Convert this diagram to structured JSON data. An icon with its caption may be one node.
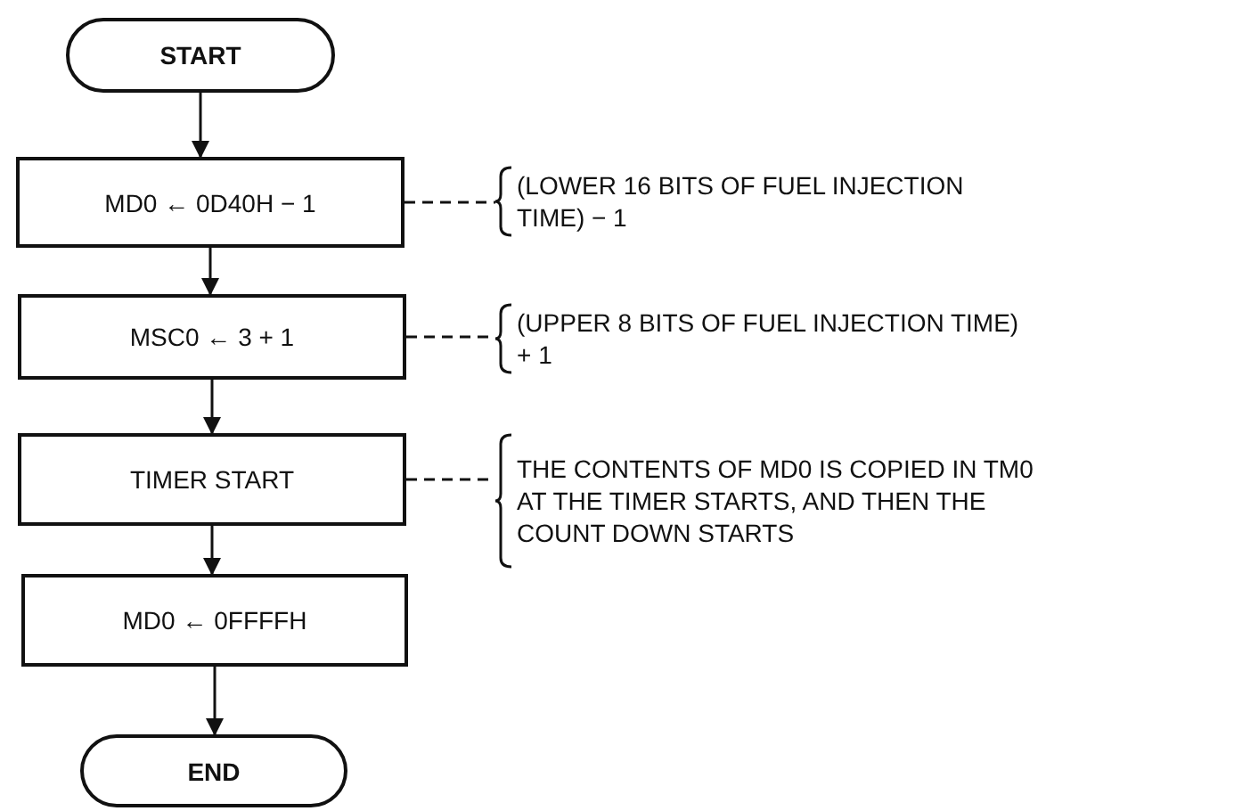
{
  "diagram": {
    "nodes": [
      {
        "text": [
          "START"
        ]
      },
      {
        "text": [
          "MD0 ← 0D40H − 1"
        ]
      },
      {
        "text": [
          "MSC0 ← 3 + 1"
        ]
      },
      {
        "text": [
          "TIMER START"
        ]
      },
      {
        "text": [
          "MD0 ← 0FFFFH"
        ]
      },
      {
        "text": [
          "END"
        ]
      },
      {
        "text": [
          "(LOWER 16 BITS OF FUEL INJECTION TIME) − 1"
        ]
      },
      {
        "text": [
          "(UPPER 8 BITS OF FUEL INJECTION TIME) + 1"
        ]
      },
      {
        "text": [
          "THE CONTENTS OF MD0 IS COPIED IN TM0 AT THE TIMER STARTS, AND THEN THE COUNT DOWN STARTS"
        ]
      }
    ],
    "edges": [
      {
        "from": 0,
        "to": 1,
        "arrow": "to"
      },
      {
        "from": 1,
        "to": 2,
        "arrow": "to"
      },
      {
        "from": 2,
        "to": 3,
        "arrow": "to"
      },
      {
        "from": 3,
        "to": 4,
        "arrow": "to"
      },
      {
        "from": 4,
        "to": 5,
        "arrow": "to"
      },
      {
        "from": 1,
        "to": 6,
        "arrow": "none",
        "style": "dashed"
      },
      {
        "from": 2,
        "to": 7,
        "arrow": "none",
        "style": "dashed"
      },
      {
        "from": 3,
        "to": 8,
        "arrow": "none",
        "style": "dashed"
      }
    ]
  }
}
